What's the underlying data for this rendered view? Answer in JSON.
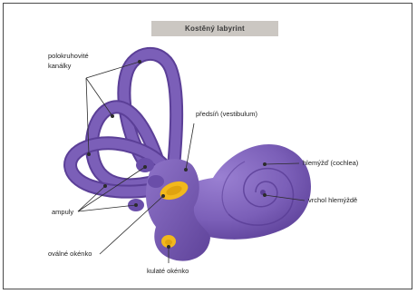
{
  "title": "Kostěný labyrint",
  "labels": {
    "semicircular_line1": "polokruhovité",
    "semicircular_line2": "kanálky",
    "vestibule": "předsíň (vestibulum)",
    "cochlea": "hlemýžď (cochlea)",
    "apex": "vrchol hlemýždě",
    "ampullae": "ampuly",
    "oval_window": "oválné okénko",
    "round_window": "kulaté okénko"
  },
  "colors": {
    "bone": "#7b5fb8",
    "bone_shadow": "#5b3f97",
    "bone_highlight": "#9a80d2",
    "windows": "#f2b81c",
    "title_bg": "#cbc7c2",
    "leader": "#2c2c2c"
  }
}
